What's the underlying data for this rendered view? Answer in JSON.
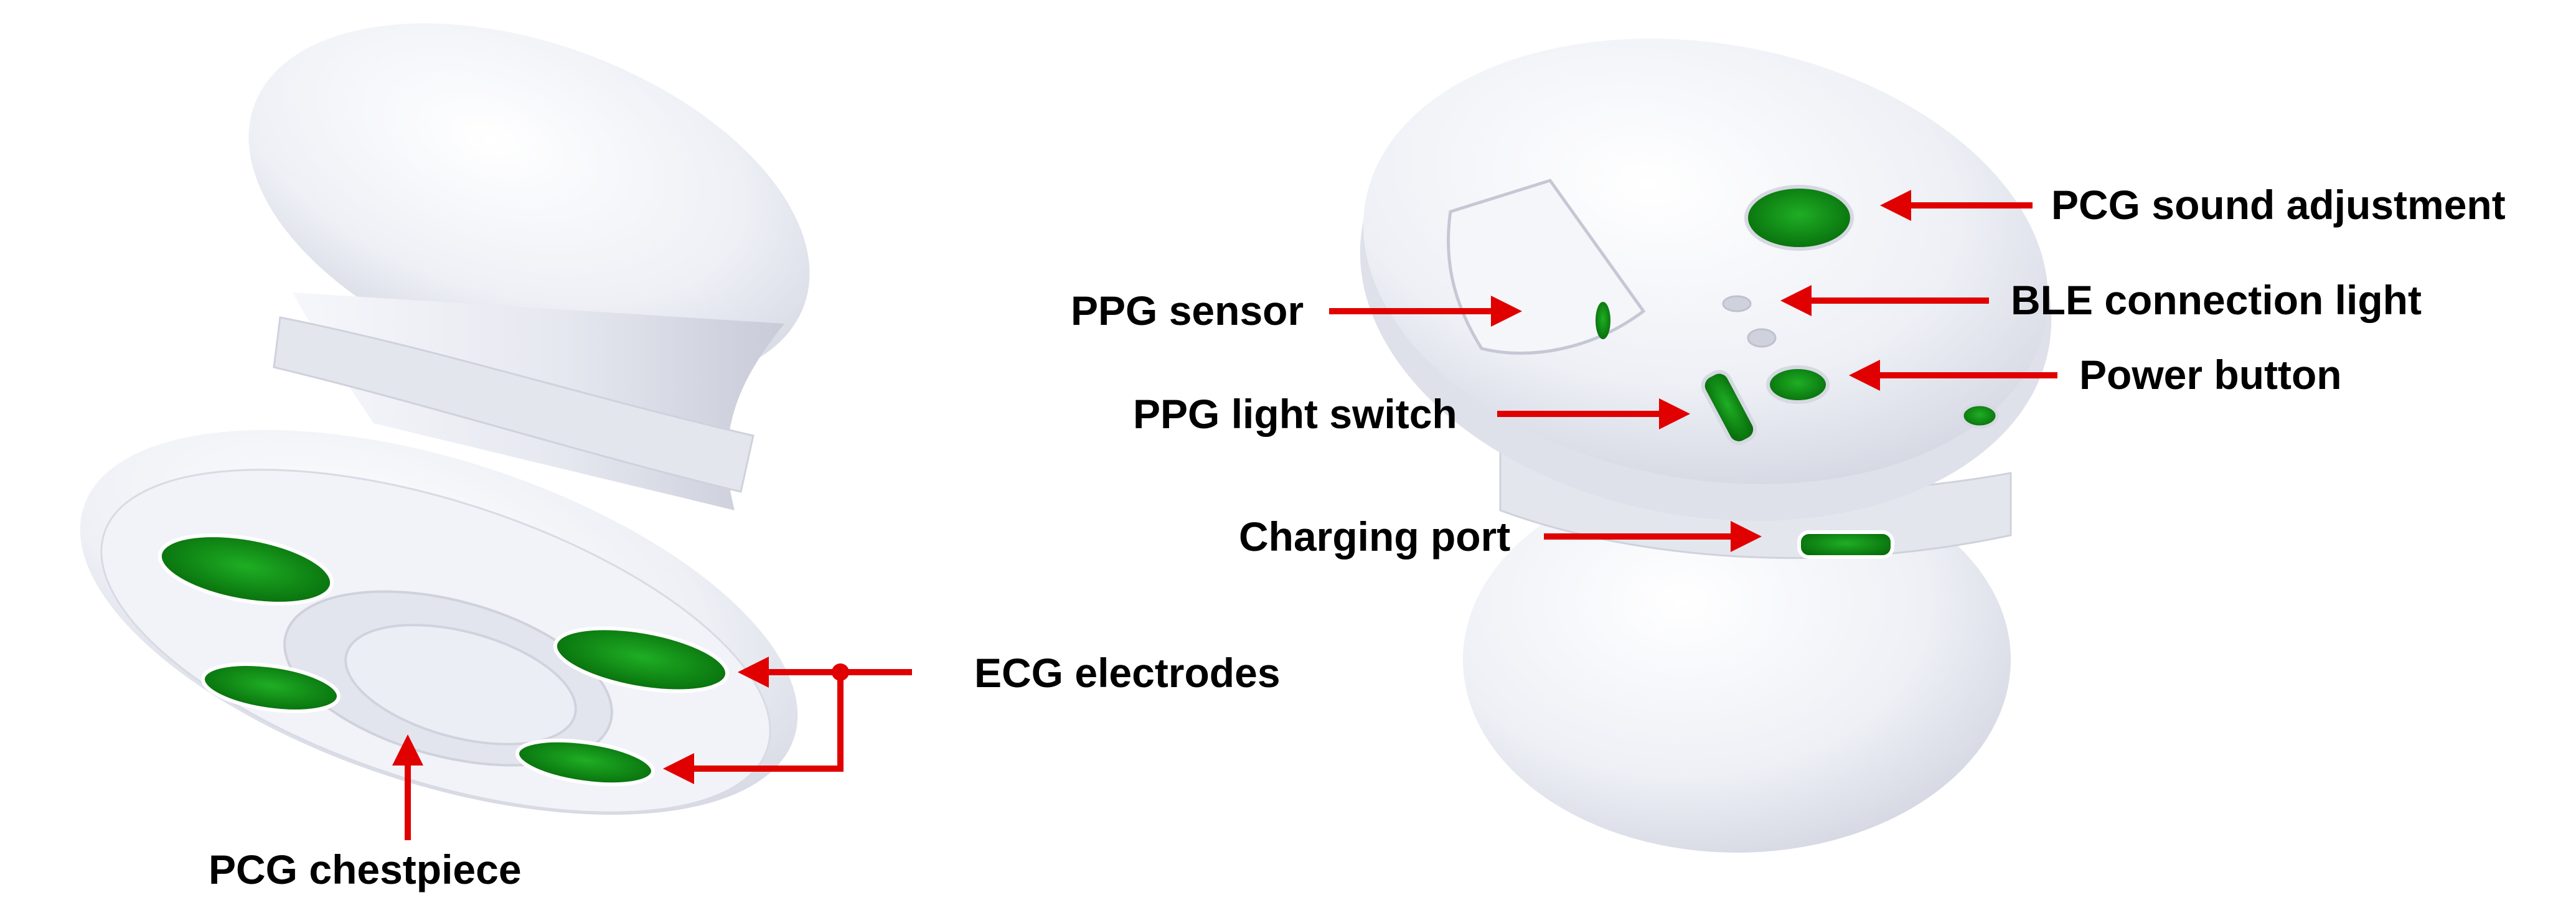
{
  "labels": {
    "pcg_chestpiece": "PCG chestpiece",
    "ecg_electrodes": "ECG electrodes",
    "ppg_sensor": "PPG sensor",
    "ppg_light_switch": "PPG light switch",
    "charging_port": "Charging port",
    "pcg_sound_adjustment": "PCG sound adjustment",
    "ble_connection_light": "BLE connection light",
    "power_button": "Power button"
  },
  "colors": {
    "arrow": "#e00000",
    "electrode_green": "#0b8a12",
    "device_body": "#eceef4",
    "device_shadow": "#c9ccd8"
  }
}
